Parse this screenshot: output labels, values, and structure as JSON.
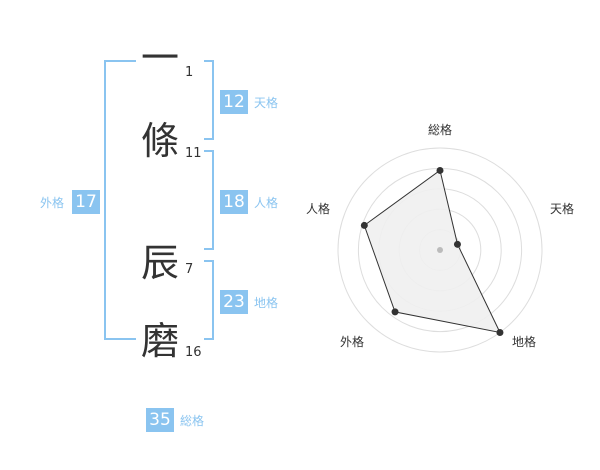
{
  "name_chars": [
    {
      "char": "一",
      "strokes": "1"
    },
    {
      "char": "條",
      "strokes": "11"
    },
    {
      "char": "辰",
      "strokes": "7"
    },
    {
      "char": "磨",
      "strokes": "16"
    }
  ],
  "groups": {
    "tenkaku": {
      "value": "12",
      "label": "天格"
    },
    "jinkaku": {
      "value": "18",
      "label": "人格"
    },
    "chikaku": {
      "value": "23",
      "label": "地格"
    },
    "gaikaku": {
      "value": "17",
      "label": "外格"
    },
    "soukaku": {
      "value": "35",
      "label": "総格"
    }
  },
  "colors": {
    "accent": "#8ac4f0",
    "text": "#333333"
  },
  "chart_data": {
    "type": "radar",
    "axes": [
      "総格",
      "天格",
      "地格",
      "外格",
      "人格"
    ],
    "rings": 5,
    "values": [
      0.78,
      0.18,
      1.0,
      0.75,
      0.78
    ],
    "range": [
      0,
      1
    ],
    "fill_color": "#f0f0f0",
    "line_color": "#333333"
  }
}
